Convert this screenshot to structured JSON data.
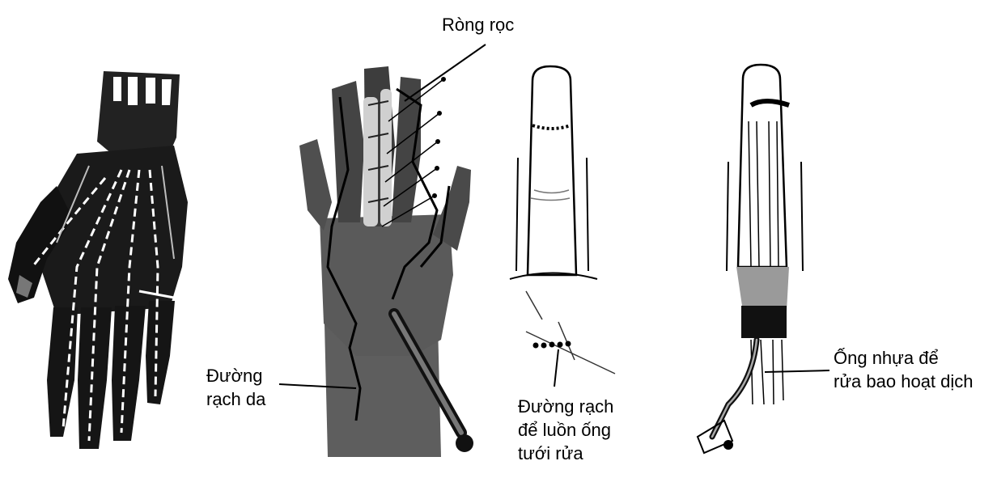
{
  "labels": {
    "pulley": "Ròng rọc",
    "skin_incision": [
      "Đường",
      "rạch da"
    ],
    "irrigation_incision": [
      "Đường rạch",
      "để luồn ống",
      "tưới rửa"
    ],
    "plastic_tube": [
      "Ống nhựa để",
      "rửa bao hoạt dịch"
    ]
  },
  "colors": {
    "ink": "#000000",
    "paper": "#ffffff",
    "mid_gray": "#7a7a7a"
  }
}
